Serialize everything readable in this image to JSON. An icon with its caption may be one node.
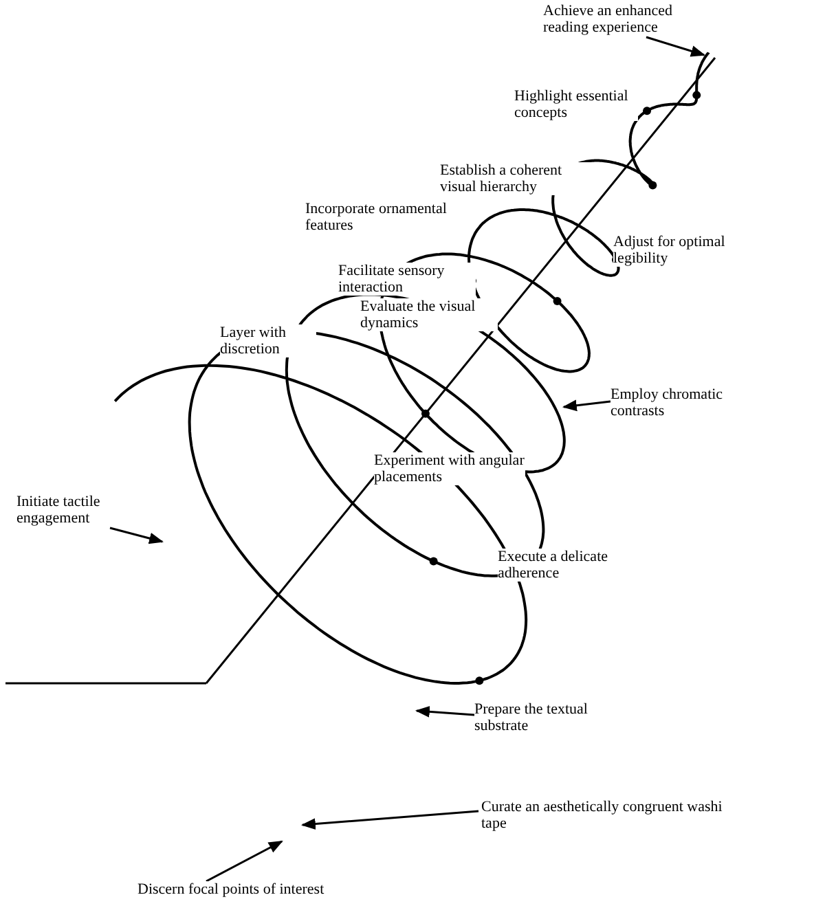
{
  "diagram": {
    "nodes": [
      {
        "text": [
          "Achieve an enhanced reading experience"
        ]
      },
      {
        "text": [
          "Highlight essential concepts"
        ]
      },
      {
        "text": [
          "Establish a coherent visual hierarchy"
        ]
      },
      {
        "text": [
          "Adjust for optimal legibility"
        ]
      },
      {
        "text": [
          "Incorporate ornamental features"
        ]
      },
      {
        "text": [
          "Facilitate sensory interaction"
        ]
      },
      {
        "text": [
          "Evaluate the visual dynamics"
        ]
      },
      {
        "text": [
          "Layer with discretion"
        ]
      },
      {
        "text": [
          "Employ chromatic contrasts"
        ]
      },
      {
        "text": [
          "Experiment with angular placements"
        ]
      },
      {
        "text": [
          "Initiate tactile engagement"
        ]
      },
      {
        "text": [
          "Execute a delicate adherence"
        ]
      },
      {
        "text": [
          "Prepare the textual substrate"
        ]
      },
      {
        "text": [
          "Curate an aesthetically congruent washi tape"
        ]
      },
      {
        "text": [
          "Discern focal points of interest"
        ]
      }
    ],
    "edges": [
      {
        "from": 0,
        "to": null,
        "arrow": "to"
      },
      {
        "from": 8,
        "to": null,
        "arrow": "to"
      },
      {
        "from": 10,
        "to": null,
        "arrow": "to"
      },
      {
        "from": 12,
        "to": null,
        "arrow": "to"
      },
      {
        "from": 13,
        "to": null,
        "arrow": "to"
      },
      {
        "from": 14,
        "to": null,
        "arrow": "to"
      }
    ]
  }
}
